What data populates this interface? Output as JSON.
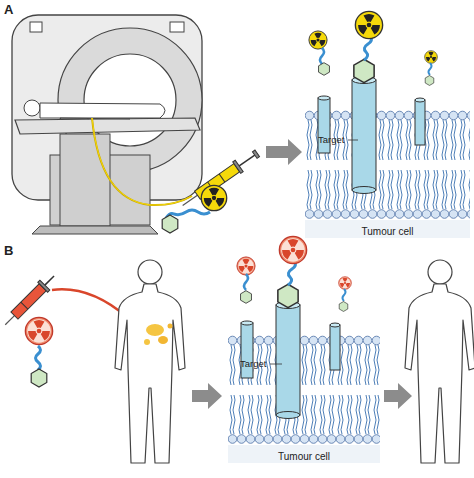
{
  "diagram": {
    "nodes": [
      {
        "text": [
          "Tumour cell"
        ]
      },
      {
        "text": [
          "Tumour cell"
        ]
      }
    ],
    "labels": [
      "A",
      "Target",
      "B",
      "Target"
    ]
  }
}
